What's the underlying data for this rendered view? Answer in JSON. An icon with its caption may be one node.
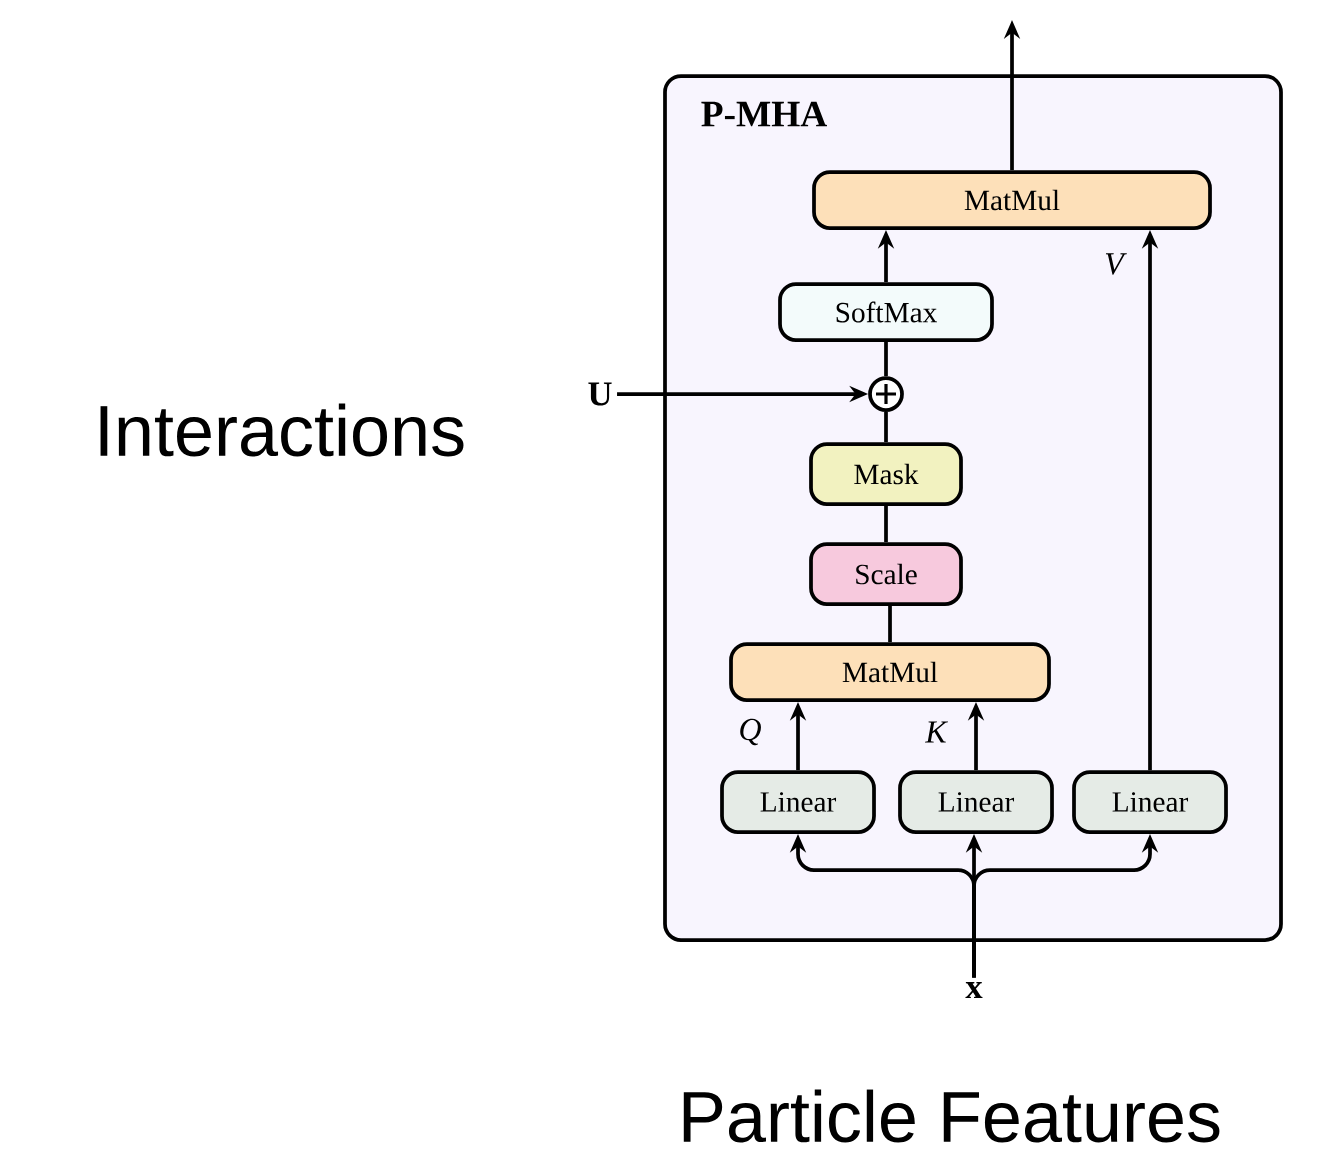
{
  "diagram": {
    "nodes": [
      {
        "text": [
          "P-MHA"
        ]
      },
      {
        "text": [
          "MatMul"
        ],
        "in": 0
      },
      {
        "text": [
          "SoftMax"
        ],
        "in": 0
      },
      {
        "text": [],
        "shape": "circle",
        "in": 0
      },
      {
        "text": [
          "Mask"
        ],
        "in": 0
      },
      {
        "text": [
          "Scale"
        ],
        "in": 0
      },
      {
        "text": [
          "MatMul"
        ],
        "in": 0
      },
      {
        "text": [
          "Linear"
        ],
        "in": 0
      },
      {
        "text": [
          "Linear"
        ],
        "in": 0
      },
      {
        "text": [
          "Linear"
        ],
        "in": 0
      },
      {
        "text": [
          "U"
        ]
      },
      {
        "text": [
          "x"
        ]
      }
    ],
    "edges": [
      {
        "from": 1,
        "to": null,
        "arrow": "to"
      },
      {
        "from": 2,
        "to": 1,
        "arrow": "to"
      },
      {
        "from": 3,
        "to": 2,
        "arrow": "none"
      },
      {
        "from": 4,
        "to": 3,
        "arrow": "none"
      },
      {
        "from": 5,
        "to": 4,
        "arrow": "none"
      },
      {
        "from": 6,
        "to": 5,
        "arrow": "none"
      },
      {
        "from": 7,
        "to": 6,
        "arrow": "to",
        "label": "Q"
      },
      {
        "from": 8,
        "to": 6,
        "arrow": "to",
        "label": "K"
      },
      {
        "from": 9,
        "to": 1,
        "arrow": "to",
        "label": "V"
      },
      {
        "from": 10,
        "to": 3,
        "arrow": "to"
      },
      {
        "from": 11,
        "to": 7,
        "arrow": "to"
      },
      {
        "from": 11,
        "to": 8,
        "arrow": "to"
      },
      {
        "from": 11,
        "to": 9,
        "arrow": "to"
      }
    ],
    "labels": [
      "Interactions",
      "Particle Features"
    ]
  }
}
